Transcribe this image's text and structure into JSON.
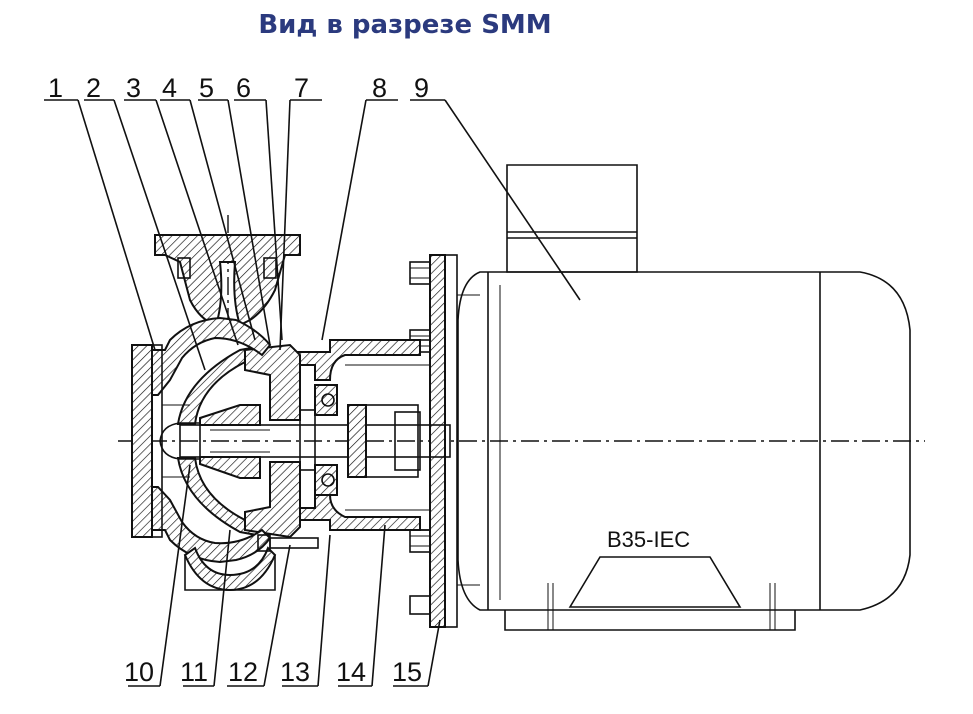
{
  "title": "Вид в разрезе SMM",
  "motor_mark": "B35-IEC",
  "callouts_top": [
    "1",
    "2",
    "3",
    "4",
    "5",
    "6",
    "7",
    "8",
    "9"
  ],
  "callouts_bottom": [
    "10",
    "11",
    "12",
    "13",
    "14",
    "15"
  ]
}
